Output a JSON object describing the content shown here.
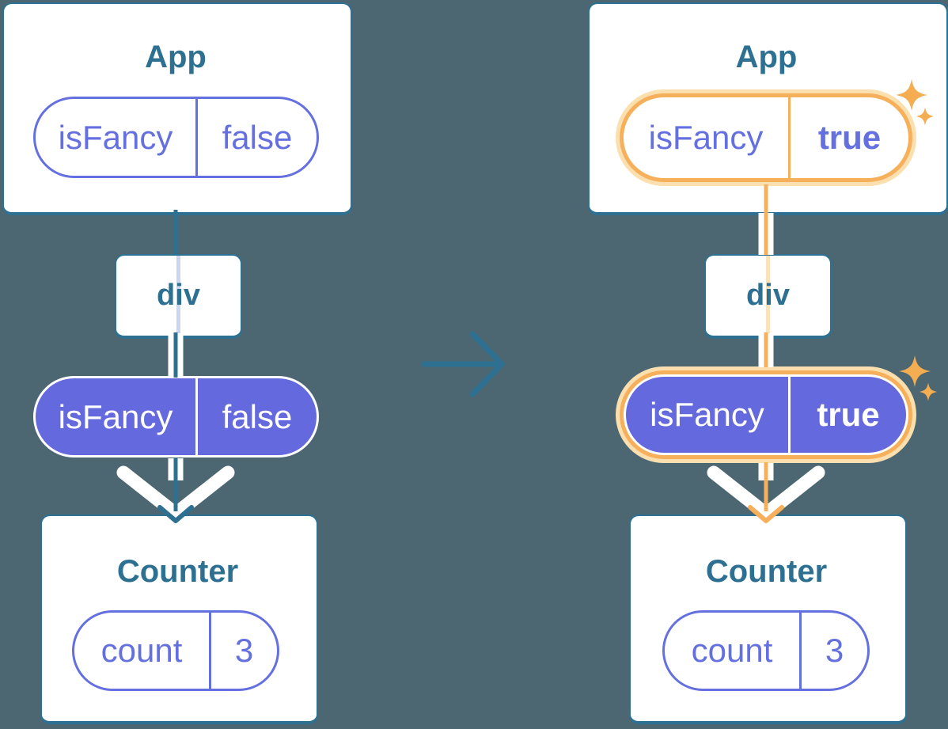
{
  "colors": {
    "background": "#4C6771",
    "steel": "#2D7092",
    "purple": "#6470DF",
    "purple_fill": "#6469DE",
    "orange": "#F6B05C",
    "orange_deep": "#F5AD52",
    "peach": "#FBDFAE",
    "peach_line": "#FAE3BC",
    "lavender": "#CBD6F2",
    "card_bg": "#FFFFFF"
  },
  "left_tree": {
    "app_title": "App",
    "app_pill": {
      "key": "isFancy",
      "value": "false"
    },
    "div_label": "div",
    "prop_pill": {
      "key": "isFancy",
      "value": "false"
    },
    "counter_title": "Counter",
    "counter_pill": {
      "key": "count",
      "value": "3"
    }
  },
  "right_tree": {
    "app_title": "App",
    "app_pill": {
      "key": "isFancy",
      "value": "true"
    },
    "div_label": "div",
    "prop_pill": {
      "key": "isFancy",
      "value": "true"
    },
    "counter_title": "Counter",
    "counter_pill": {
      "key": "count",
      "value": "3"
    }
  }
}
